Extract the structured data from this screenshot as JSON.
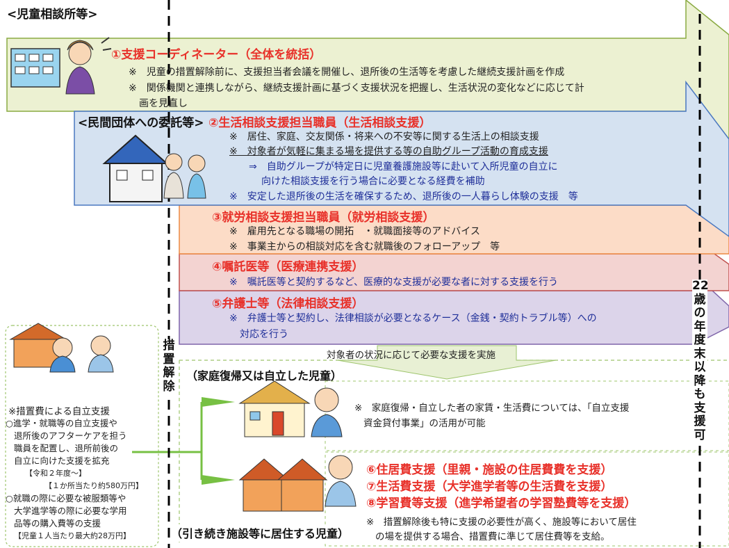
{
  "header_jido": "<児童相談所等>",
  "item1": {
    "title": "①支援コーディネーター（全体を統括）",
    "line1": "※　児童の措置解除前に、支援担当者会議を開催し、退所後の生活等を考慮した継続支援計画を作成",
    "line2": "※　関係機関と連携しながら、継続支援計画に基づく支援状況を把握し、生活状況の変化などに応じて計",
    "line3": "画を見直し"
  },
  "header_minkan": "<民間団体への委託等>",
  "item2": {
    "title": "②生活相談支援担当職員（生活相談支援）",
    "line1": "※　居住、家庭、交友関係・将来への不安等に関する生活上の相談支援",
    "line2": "※　対象者が気軽に集まる場を提供する等の自助グループ活動の育成支援",
    "line3": "⇒　自助グループが特定日に児童養護施設等に赴いて入所児童の自立に",
    "line4": "向けた相談支援を行う場合に必要となる経費を補助",
    "line5": "※　安定した退所後の生活を確保するため、退所後の一人暮らし体験の支援　等"
  },
  "item3": {
    "title": "③就労相談支援担当職員（就労相談支援）",
    "line1": "※　雇用先となる職場の開拓　・就職面接等のアドバイス",
    "line2": "※　事業主からの相談対応を含む就職後のフォローアップ　等"
  },
  "item4": {
    "title": "④嘱託医等（医療連携支援）",
    "line1": "※　嘱託医等と契約するなど、医療的な支援が必要な者に対する支援を行う"
  },
  "item5": {
    "title": "⑤弁護士等（法律相談支援）",
    "line1": "※　弁護士等と契約し、法律相談が必要となるケース（金銭・契約トラブル等）への",
    "line2": "対応を行う"
  },
  "age_label": [
    "22",
    "歳",
    "の",
    "年",
    "度",
    "末",
    "以",
    "降",
    "も",
    "支",
    "援",
    "可"
  ],
  "sochi_label": [
    "措",
    "置",
    "解",
    "除"
  ],
  "taishosha": "対象者の状況に応じて必要な支援を実施",
  "katei": {
    "header": "（家庭復帰又は自立した児童）",
    "line1": "※　家庭復帰・自立した者の家賃・生活費については、「自立支援",
    "line2": "資金貸付事業」の活用が可能"
  },
  "shisetsu": {
    "header": "（引き続き施設等に居住する児童）",
    "item6": "⑥住居費支援（里親・施設の住居費費を支援）",
    "item7": "⑦生活費支援（大学進学者等の生活費を支援）",
    "item8": "⑧学習費等支援（進学希望者の学習塾費等を支援）",
    "note1": "※　措置解除後も特に支援の必要性が高く、施設等において居住",
    "note2": "の場を提供する場合、措置費に準じて居住費等を支給。"
  },
  "left_box": {
    "title": "※措置費による自立支援",
    "l1": "○進学・就職等の自立支援や",
    "l2": "退所後のアフターケアを担う",
    "l3": "職員を配置し、退所前後の",
    "l4": "自立に向けた支援を拡充",
    "l5": "【令和２年度～】",
    "l6": "【１か所当たり約580万円】",
    "l7": "○就職の際に必要な被服類等や",
    "l8": "大学進学等の際に必要な学用",
    "l9": "品等の購入費等の支援",
    "l10": "【児童１人当たり最大約28万円】"
  },
  "colors": {
    "green_arrow": "#ecf1d2",
    "blue_arrow": "#d5e2f1",
    "orange_arrow": "#fcdcc7",
    "pink_arrow": "#f3d3d1",
    "purple_arrow": "#dcd4ea",
    "red_text": "#e8312a",
    "blue_text": "#1f2f99",
    "line_green": "#77c043"
  }
}
